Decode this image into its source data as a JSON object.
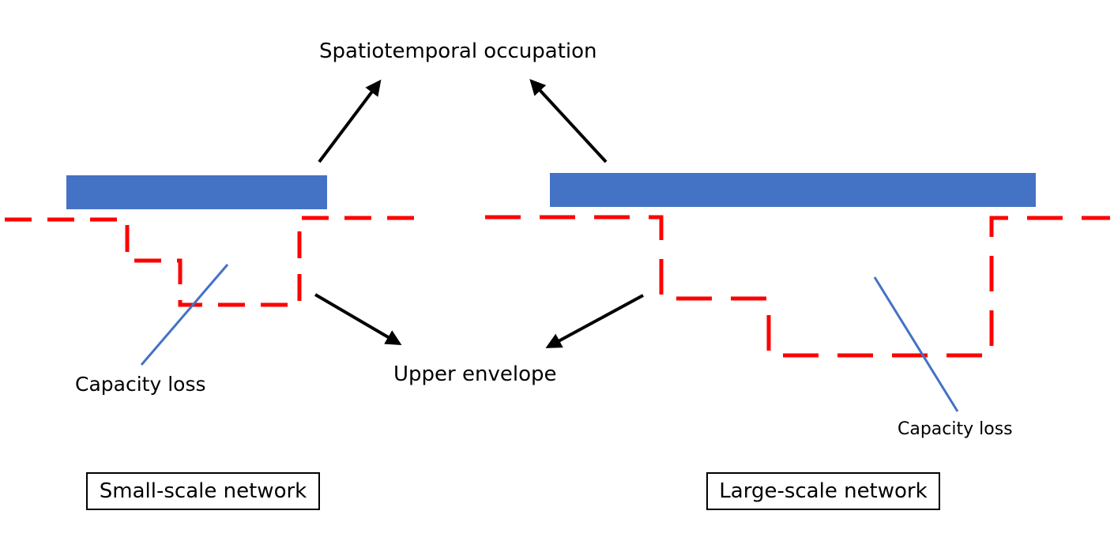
{
  "labels": {
    "spatiotemporal": "Spatiotemporal occupation",
    "upper_envelope": "Upper envelope",
    "capacity_loss_left": "Capacity loss",
    "capacity_loss_right": "Capacity loss",
    "small_network": "Small-scale network",
    "large_network": "Large-scale network"
  },
  "colors": {
    "occupation_bar": "#4472C4",
    "envelope_line": "#FF0000",
    "loss_line": "#4472C4",
    "arrow": "#000000",
    "text": "#000000"
  }
}
